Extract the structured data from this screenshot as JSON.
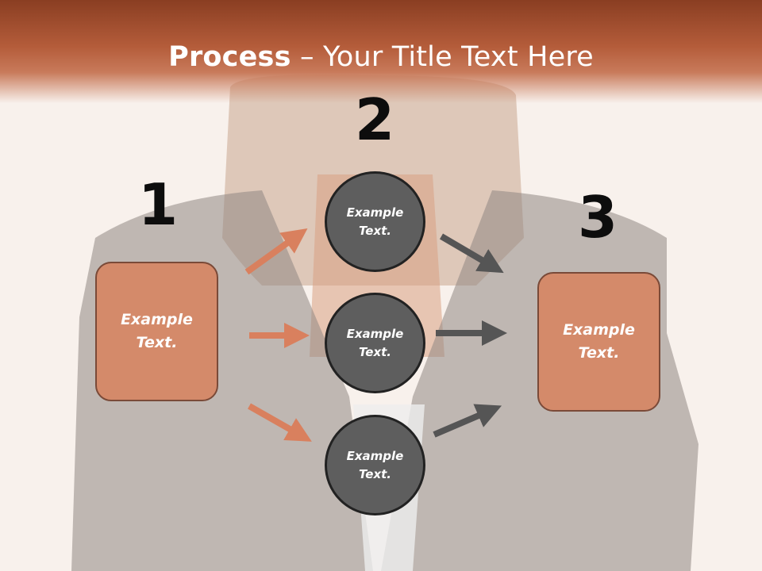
{
  "slide": {
    "title_strong": "Process",
    "title_rest": " – Your Title Text Here"
  },
  "steps": [
    {
      "number": "1",
      "box_text": "Example Text."
    },
    {
      "number": "2",
      "circle_texts": [
        "Example Text.",
        "Example Text.",
        "Example Text."
      ]
    },
    {
      "number": "3",
      "box_text": "Example Text."
    }
  ],
  "colors": {
    "title_bar": "#b45c3a",
    "box_fill": "#d48a6a",
    "box_border": "#7a4a38",
    "circle_fill": "#5e5e5e",
    "orange_arrow": "#d9805e",
    "gray_arrow": "#555555"
  }
}
